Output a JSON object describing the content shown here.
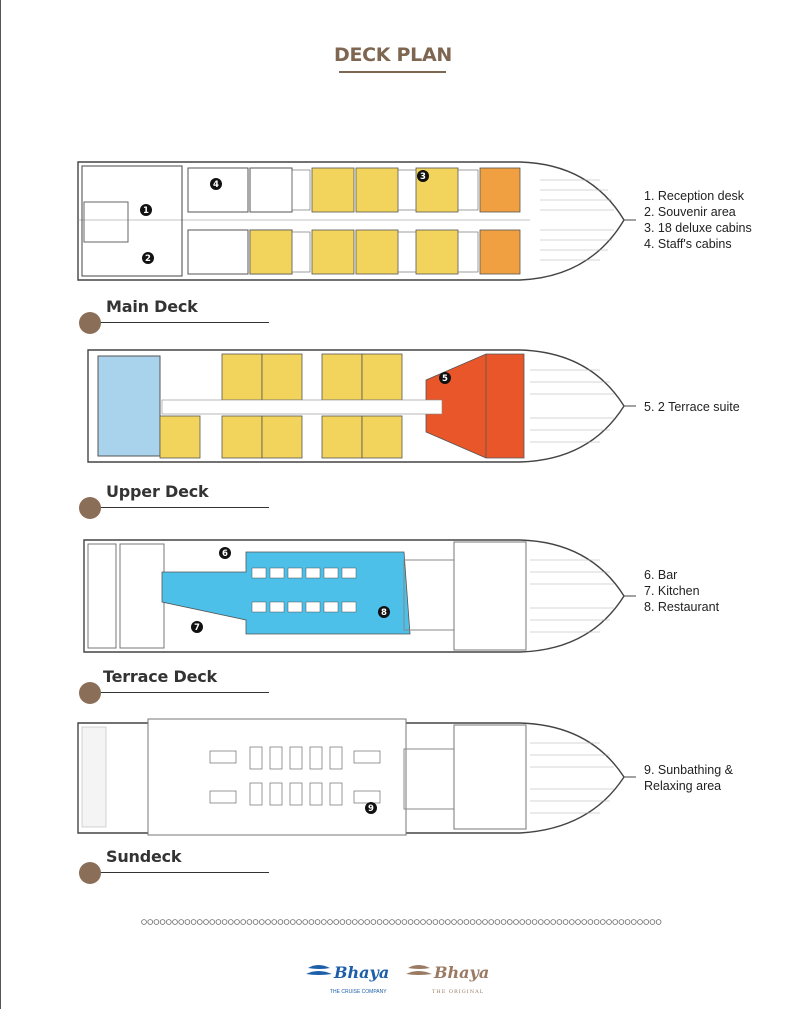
{
  "title": "DECK PLAN",
  "decks": [
    {
      "name": "Main Deck",
      "legend": [
        "1. Reception desk",
        "2. Souvenir area",
        "3. 18 deluxe cabins",
        "4. Staff's cabins"
      ],
      "markers": [
        "1",
        "2",
        "3",
        "4"
      ]
    },
    {
      "name": "Upper Deck",
      "legend": [
        "5. 2 Terrace suite"
      ],
      "markers": [
        "5"
      ]
    },
    {
      "name": "Terrace Deck",
      "legend": [
        "6. Bar",
        "7. Kitchen",
        "8. Restaurant"
      ],
      "markers": [
        "6",
        "7",
        "8"
      ]
    },
    {
      "name": "Sundeck",
      "legend": [
        "9. Sunbathing &",
        "Relaxing area"
      ],
      "markers": [
        "9"
      ]
    }
  ],
  "brand": {
    "primary": "Bhaya",
    "primary_tagline": "THE CRUISE COMPANY",
    "secondary": "Bhaya",
    "secondary_tagline": "THE ORIGINAL"
  },
  "colors": {
    "accent": "#7e6651",
    "cabin": "#f2d45c",
    "suite": "#e8562a",
    "cabin_orange": "#f0a040",
    "restaurant": "#4cc0e8",
    "lounge": "#a9d3ec",
    "brand_blue": "#1d5ea8"
  }
}
